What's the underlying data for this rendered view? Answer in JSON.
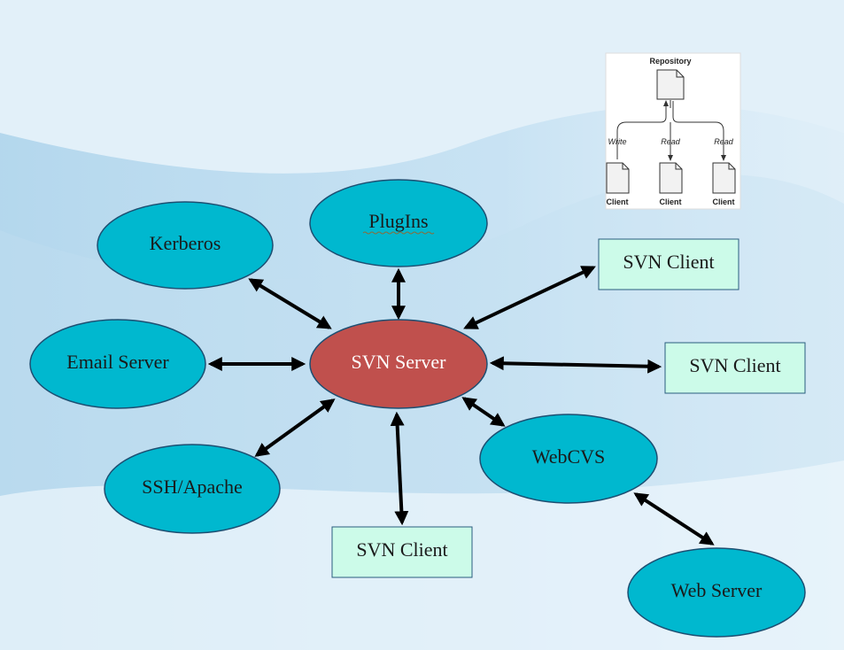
{
  "center": {
    "label": "SVN Server"
  },
  "nodes": {
    "kerberos": "Kerberos",
    "plugins": "PlugIns",
    "email_server": "Email Server",
    "ssh_apache": "SSH/Apache",
    "webcvs": "WebCVS",
    "web_server": "Web Server",
    "svn_client_top": "SVN Client",
    "svn_client_right": "SVN Client",
    "svn_client_bottom": "SVN Client"
  },
  "inset": {
    "repository": "Repository",
    "write": "Write",
    "read_1": "Read",
    "read_2": "Read",
    "client_1": "Client",
    "client_2": "Client",
    "client_3": "Client"
  },
  "colors": {
    "node_fill": "#00b8cf",
    "server_fill": "#c0504d",
    "client_box_fill": "#ccfbe9",
    "arrow": "#000000"
  }
}
